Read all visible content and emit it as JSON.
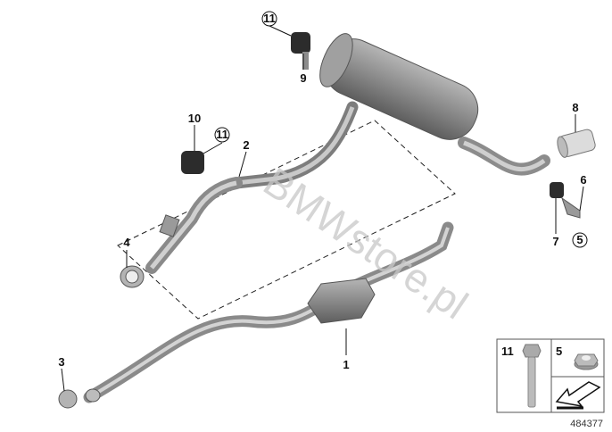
{
  "diagram": {
    "watermark": "BMWstore.pl",
    "diagram_number": "484377",
    "callouts": {
      "c1": "1",
      "c2": "2",
      "c3": "3",
      "c4": "4",
      "c5_circled": "5",
      "c6": "6",
      "c7": "7",
      "c8": "8",
      "c9": "9",
      "c10": "10",
      "c11_circled_top": "11",
      "c11_circled_mid": "11"
    },
    "legend": {
      "bolt_label": "11",
      "nut_label": "5"
    }
  }
}
